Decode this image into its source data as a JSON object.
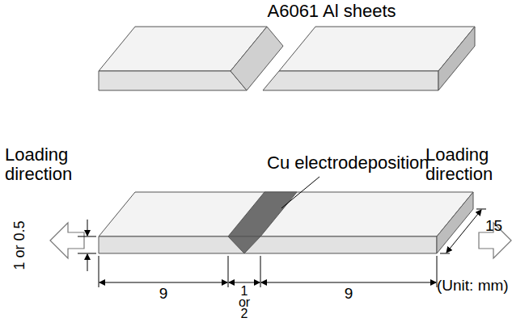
{
  "diagram": {
    "labels": [
      "A6061 Al sheets",
      "Loading direction",
      "Cu electrodeposition",
      "Loading direction",
      "1 or 0.5",
      "9",
      "1 or 2",
      "9",
      "15",
      "(Unit: mm)"
    ]
  }
}
